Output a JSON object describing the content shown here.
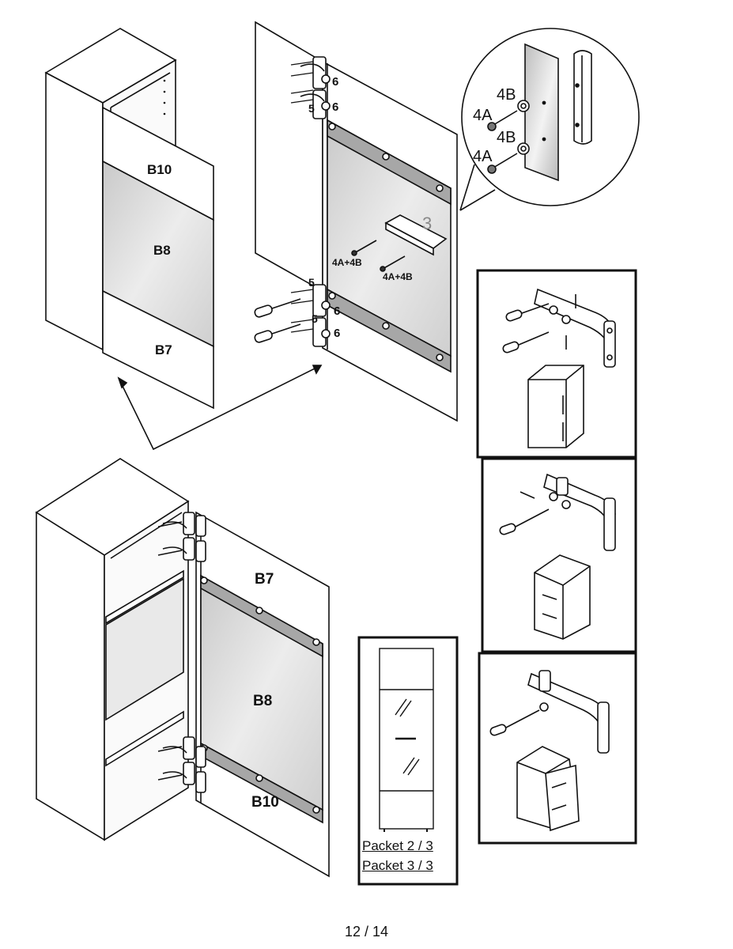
{
  "labels": {
    "top_left_cabinet": {
      "upper_panel": "B10",
      "glass": "B8",
      "lower_panel": "B7"
    },
    "top_door": {
      "hinge_part_a": "5",
      "hinge_part_b": "6",
      "handle_part": "3",
      "screw_combo_1": "4A+4B",
      "screw_combo_2": "4A+4B"
    },
    "detail_circle": {
      "washer_1": "4B",
      "screw_1": "4A",
      "washer_2": "4B",
      "screw_2": "4A"
    },
    "bottom_door": {
      "upper_panel": "B7",
      "glass": "B8",
      "lower_panel": "B10"
    }
  },
  "packet_box": {
    "line1": "Packet 2 / 3",
    "line2": "Packet 3 / 3"
  },
  "page_number": "12 / 14",
  "icons": {
    "adjust_vertical": "hinge-vertical-adjust",
    "adjust_depth": "hinge-depth-adjust",
    "adjust_side": "hinge-side-adjust"
  }
}
